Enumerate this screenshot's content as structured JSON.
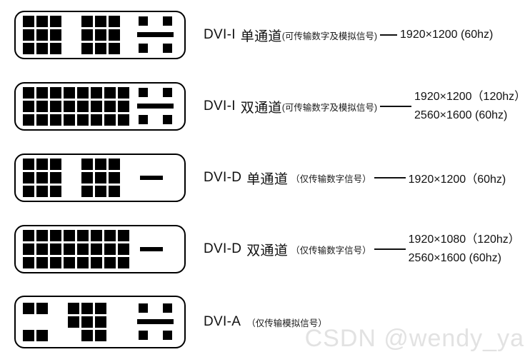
{
  "watermark": "CSDN @wendy_ya",
  "connectors": [
    {
      "id": "dvi-i-single-link",
      "name": "DVI-I",
      "channel": "单通道",
      "note": "(可传输数字及模拟信号)",
      "separator": "——",
      "resolutions": [
        "1920×1200 (60hz)"
      ],
      "digital_layout": [
        [
          1,
          1,
          1,
          0,
          1,
          1,
          1
        ],
        [
          1,
          1,
          1,
          0,
          1,
          1,
          1
        ],
        [
          1,
          1,
          1,
          0,
          1,
          1,
          1
        ]
      ],
      "analog": "four-pin-with-blade"
    },
    {
      "id": "dvi-i-dual-link",
      "name": "DVI-I",
      "channel": "双通道",
      "note": "(可传输数字及模拟信号)",
      "separator": "——",
      "resolutions": [
        "1920×1200（120hz）",
        "2560×1600 (60hz)"
      ],
      "digital_layout": [
        [
          1,
          1,
          1,
          1,
          1,
          1,
          1,
          1
        ],
        [
          1,
          1,
          1,
          1,
          1,
          1,
          1,
          1
        ],
        [
          1,
          1,
          1,
          1,
          1,
          1,
          1,
          1
        ]
      ],
      "analog": "four-pin-with-blade"
    },
    {
      "id": "dvi-d-single-link",
      "name": "DVI-D",
      "channel": "单通道",
      "note": "（仅传输数字信号）",
      "separator": "——",
      "resolutions": [
        "1920×1200（60hz)"
      ],
      "digital_layout": [
        [
          1,
          1,
          1,
          0,
          1,
          1,
          1
        ],
        [
          1,
          1,
          1,
          0,
          1,
          1,
          1
        ],
        [
          1,
          1,
          1,
          0,
          1,
          1,
          1
        ]
      ],
      "analog": "blade-only"
    },
    {
      "id": "dvi-d-dual-link",
      "name": "DVI-D",
      "channel": "双通道",
      "note": "（仅传输数字信号）",
      "separator": "——",
      "resolutions": [
        "1920×1080（120hz）",
        "2560×1600 (60hz)"
      ],
      "digital_layout": [
        [
          1,
          1,
          1,
          1,
          1,
          1,
          1,
          1
        ],
        [
          1,
          1,
          1,
          1,
          1,
          1,
          1,
          1
        ],
        [
          1,
          1,
          1,
          1,
          1,
          1,
          1,
          1
        ]
      ],
      "analog": "blade-only"
    },
    {
      "id": "dvi-a",
      "name": "DVI-A",
      "channel": "",
      "note": "（仅传输模拟信号）",
      "separator": "",
      "resolutions": [],
      "digital_layout": [
        [
          1,
          1,
          0,
          0,
          1,
          1,
          1
        ],
        [
          0,
          0,
          0,
          0,
          1,
          1,
          1
        ],
        [
          1,
          1,
          0,
          0,
          0,
          1,
          1
        ]
      ],
      "analog": "four-pin-with-blade"
    }
  ]
}
